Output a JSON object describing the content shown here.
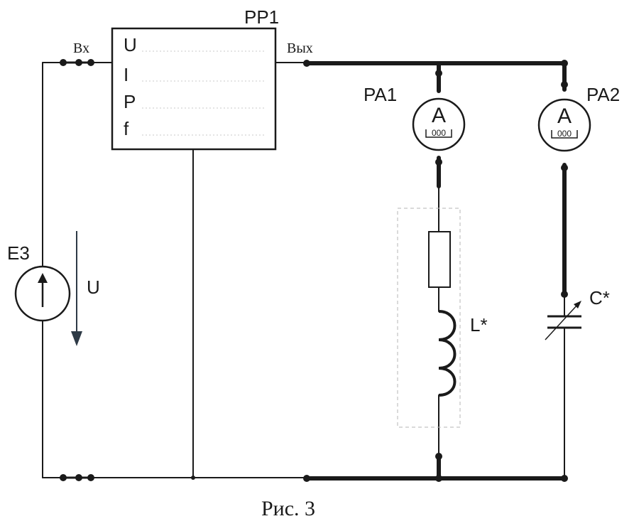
{
  "meter": {
    "name": "PP1",
    "quantities": [
      "U",
      "I",
      "P",
      "f"
    ],
    "input_label": "Вх",
    "output_label": "Вых"
  },
  "source": {
    "name": "E3",
    "voltage_label": "U"
  },
  "ammeters": [
    {
      "name": "PA1",
      "symbol": "A",
      "display": "000"
    },
    {
      "name": "PA2",
      "symbol": "A",
      "display": "000"
    }
  ],
  "inductor": {
    "name": "L*"
  },
  "capacitor": {
    "name": "C*"
  },
  "caption": "Рис. 3"
}
